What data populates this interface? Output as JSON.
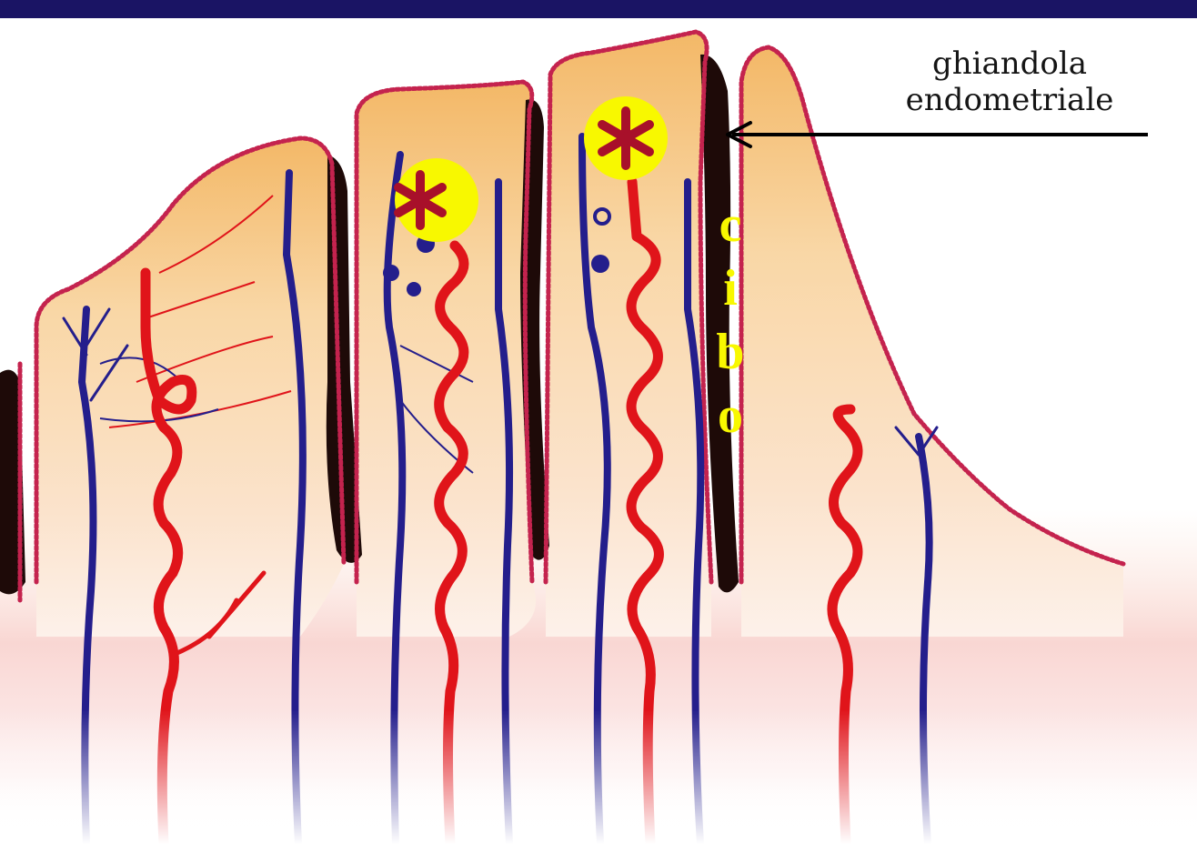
{
  "diagram": {
    "gland_label": {
      "line1": "ghiandola",
      "line2": "endometriale"
    },
    "vertical_word_letters": [
      "c",
      "i",
      "b",
      "o"
    ],
    "colors": {
      "top_band": "#1a1464",
      "tissue": "#f6c98a",
      "tissue_light": "#fbe6c4",
      "epithelium": "#c4234e",
      "artery": "#e0141a",
      "vein": "#241e8c",
      "gland_secretion": "#1e0a08",
      "marker_circle": "#f8f800",
      "marker_asterisk": "#a8102a",
      "vertical_text": "#f8f800",
      "label_text": "#151515"
    },
    "icons": {
      "marker_1": "asterisk-in-yellow-circle",
      "marker_2": "asterisk-in-yellow-circle",
      "pointer": "left-arrow"
    }
  }
}
